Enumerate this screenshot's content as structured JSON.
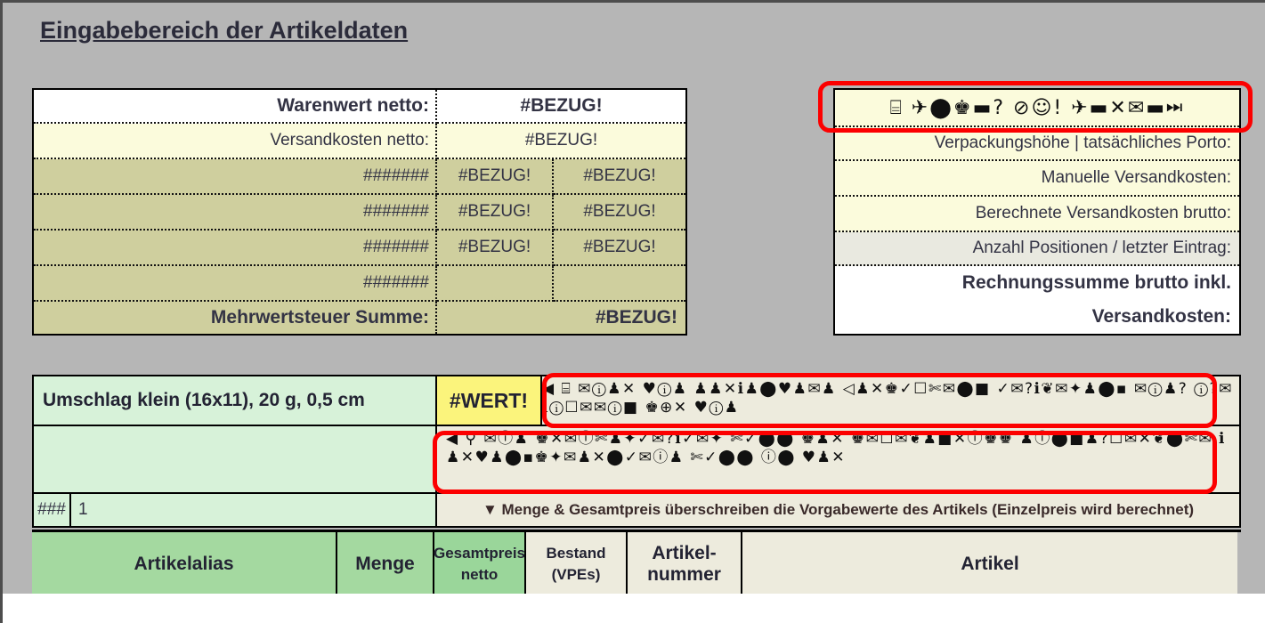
{
  "page": {
    "title": "Eingabebereich der Artikeldaten",
    "background_color": "#b6b6b6",
    "accent_annotation_color": "#fc0000"
  },
  "left_table": {
    "rows": [
      {
        "label": "Warenwert netto:",
        "value1": "#BEZUG!",
        "value2": "",
        "style": "white-bold"
      },
      {
        "label": "Versandkosten netto:",
        "value1": "#BEZUG!",
        "value2": "",
        "style": "cream"
      },
      {
        "label": "#######",
        "value1": "#BEZUG!",
        "value2": "#BEZUG!",
        "style": "olive"
      },
      {
        "label": "#######",
        "value1": "#BEZUG!",
        "value2": "#BEZUG!",
        "style": "olive"
      },
      {
        "label": "#######",
        "value1": "#BEZUG!",
        "value2": "#BEZUG!",
        "style": "olive"
      },
      {
        "label": "#######",
        "value1": "",
        "value2": "",
        "style": "olive"
      },
      {
        "label": "Mehrwertsteuer Summe:",
        "value1": "",
        "value2": "#BEZUG!",
        "style": "olive-bold"
      }
    ]
  },
  "right_table": {
    "symbol_row": "⌸      ✈⬤♚▬?  ⊘☺!  ✈▬✕✉▬⏭",
    "rows": [
      {
        "label": "Verpackungshöhe | tatsächliches Porto:",
        "style": "cream"
      },
      {
        "label": "Manuelle Versandkosten:",
        "style": "cream"
      },
      {
        "label": "Berechnete Versandkosten brutto:",
        "style": "cream"
      },
      {
        "label": "Anzahl Positionen / letzter Eintrag:",
        "style": "gray"
      },
      {
        "label": "Rechnungssumme brutto inkl.",
        "style": "white-bold"
      },
      {
        "label": "Versandkosten:",
        "style": "white-bold"
      }
    ]
  },
  "middle": {
    "envelope_label": "Umschlag klein (16x11), 20 g,  0,5 cm",
    "envelope_error": "#WERT!",
    "symbol_block_1": "◀ ⌸    ✉ⓘ♟✕ ♥ⓘ♟ ♟♟✕ℹ♟⬤♥♟✉♟ ◁♟✕♚✓☐✄✉⬤■ ✓✉?ℹ❦✉✦♟⬤▪ ✉ⓘ♟? ⓘ?✉ ℹⓘ☐✉✉ⓘ■ ♚⊕✕ ♥ⓘ♟",
    "symbol_block_2": "◀ ⚲   ✉ⓘ♟ ♚✕✉ⓘ✄♟✦✓✉?ℹ✓✉✦ ✄✓⬤⬤ ♚♟✕ ♚✉☐✉❦♟■✕ⓘ♚♚ ♟ⓘ⬤■♟?☐✉✕❦⬤✄✉ ℹ♟✕♥♟⬤▪♚✦✉♟✕⬤✓✉ⓘ♟ ✄✓⬤⬤ ⓘ⬤ ♥♟✕",
    "quantity_code": "###",
    "quantity_value": "1",
    "hint": "▼ Menge & Gesamtpreis überschreiben die Vorgabewerte des Artikels (Einzelpreis wird berechnet)"
  },
  "table_header": {
    "columns": [
      {
        "label": "Artikelalias",
        "style": "green"
      },
      {
        "label": "Menge",
        "style": "green"
      },
      {
        "label": "Gesamtpreis\nnetto",
        "style": "green2"
      },
      {
        "label": "Bestand\n(VPEs)",
        "style": "bone"
      },
      {
        "label": "Artikel-\nnummer",
        "style": "bone"
      },
      {
        "label": "Artikel",
        "style": "bone"
      }
    ]
  }
}
